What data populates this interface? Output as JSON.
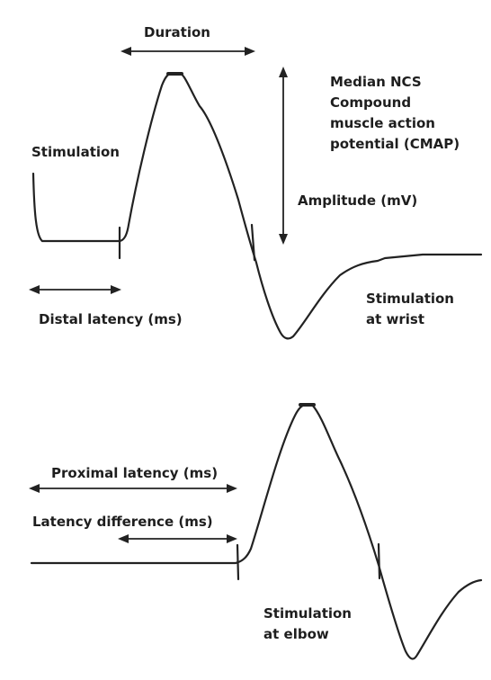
{
  "top_panel": {
    "duration_label": "Duration",
    "title_lines": [
      "Median NCS",
      "Compound",
      "muscle action",
      "potential (CMAP)"
    ],
    "stimulation_label": "Stimulation",
    "amplitude_label": "Amplitude (mV)",
    "distal_latency_label": "Distal latency (ms)",
    "site_lines": [
      "Stimulation",
      "at wrist"
    ]
  },
  "bottom_panel": {
    "proximal_latency_label": "Proximal latency (ms)",
    "latency_difference_label": "Latency difference (ms)",
    "site_lines": [
      "Stimulation",
      "at elbow"
    ]
  }
}
